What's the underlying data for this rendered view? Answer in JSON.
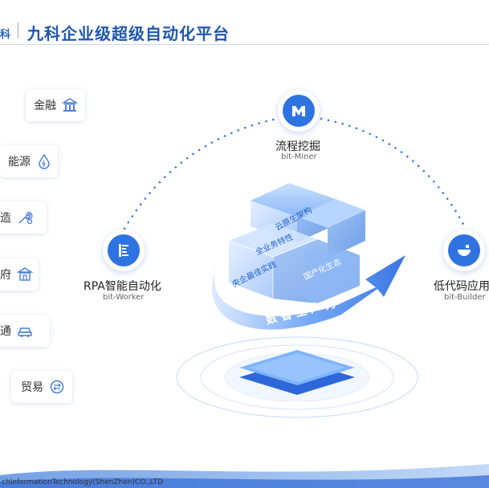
{
  "header": {
    "logo_fragment": "科",
    "title": "九科企业级超级自动化平台"
  },
  "sidebar": {
    "items": [
      {
        "label": "金融",
        "icon": "bank-icon"
      },
      {
        "label": "能源",
        "icon": "drop-icon"
      },
      {
        "label": "制造",
        "icon": "wrench-icon"
      },
      {
        "label": "政府",
        "icon": "government-icon"
      },
      {
        "label": "交通",
        "icon": "car-icon"
      },
      {
        "label": "贸易",
        "icon": "trade-icon"
      }
    ]
  },
  "nodes": {
    "miner": {
      "title": "流程挖掘",
      "subtitle": "bit-Miner",
      "icon": "miner-icon"
    },
    "rpa": {
      "title": "RPA智能自动化",
      "subtitle": "bit-Worker",
      "icon": "worker-icon"
    },
    "builder": {
      "title": "低代码应用",
      "subtitle": "bit-Builder",
      "icon": "builder-icon"
    }
  },
  "cube": {
    "top_label": "云原生架构",
    "left_top_label": "全业务特性",
    "left_bottom_label": "央企最佳实践",
    "right_label": "国产化生态",
    "arrow_label": "数 智 生 产 力"
  },
  "footer": {
    "text": "chInformationTechnology(ShenZhen)CO.,LTD"
  },
  "colors": {
    "primary": "#2f73e0",
    "title_blue": "#1e56b3",
    "cube_light": "#9cc6ff"
  }
}
